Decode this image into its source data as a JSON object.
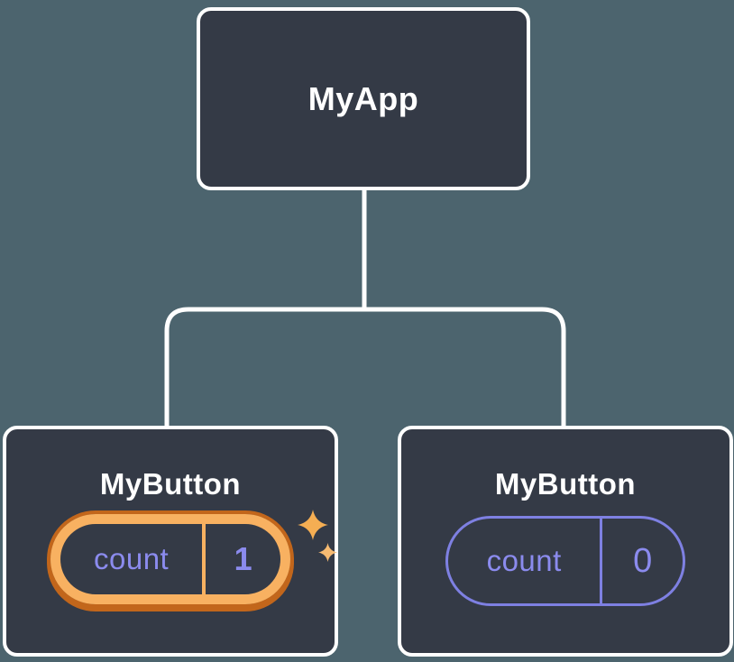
{
  "tree": {
    "root": {
      "label": "MyApp"
    },
    "children": [
      {
        "label": "MyButton",
        "state_name": "count",
        "state_value": "1",
        "highlighted": true
      },
      {
        "label": "MyButton",
        "state_name": "count",
        "state_value": "0",
        "highlighted": false
      }
    ]
  },
  "icons": {
    "sparkles": "sparkles-icon"
  },
  "colors": {
    "background": "#4c646e",
    "node_fill": "#343a46",
    "node_border": "#ffffff",
    "connector": "#ffffff",
    "state_purple_text": "#8b8bee",
    "state_purple_line": "#7e80e2",
    "highlight_orange": "#f8b161",
    "highlight_orange_dark": "#c2661b",
    "sparkle_large": "#f5ae53",
    "sparkle_small": "#f7bb72"
  }
}
